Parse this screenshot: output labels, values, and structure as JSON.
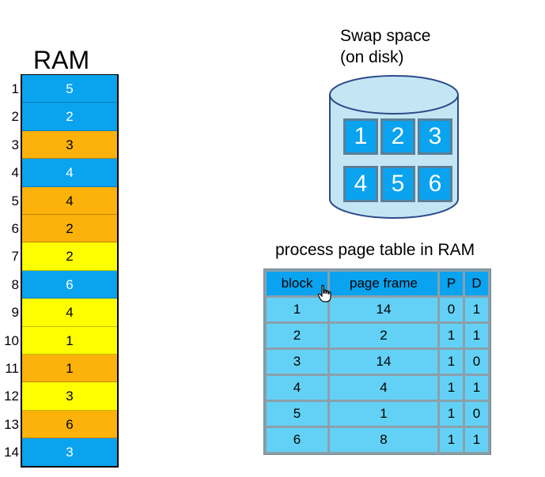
{
  "ram": {
    "title": "RAM",
    "rows": [
      {
        "index": "1",
        "value": "5",
        "color": "blue"
      },
      {
        "index": "2",
        "value": "2",
        "color": "blue"
      },
      {
        "index": "3",
        "value": "3",
        "color": "orange"
      },
      {
        "index": "4",
        "value": "4",
        "color": "blue"
      },
      {
        "index": "5",
        "value": "4",
        "color": "orange"
      },
      {
        "index": "6",
        "value": "2",
        "color": "orange"
      },
      {
        "index": "7",
        "value": "2",
        "color": "yellow"
      },
      {
        "index": "8",
        "value": "6",
        "color": "blue"
      },
      {
        "index": "9",
        "value": "4",
        "color": "yellow"
      },
      {
        "index": "10",
        "value": "1",
        "color": "yellow"
      },
      {
        "index": "11",
        "value": "1",
        "color": "orange"
      },
      {
        "index": "12",
        "value": "3",
        "color": "yellow"
      },
      {
        "index": "13",
        "value": "6",
        "color": "orange"
      },
      {
        "index": "14",
        "value": "3",
        "color": "blue"
      }
    ]
  },
  "swap": {
    "title_line1": "Swap space",
    "title_line2": "(on disk)",
    "blocks": [
      "1",
      "2",
      "3",
      "4",
      "5",
      "6"
    ]
  },
  "page_table": {
    "title": "process page table in RAM",
    "headers": [
      "block",
      "page frame",
      "P",
      "D"
    ],
    "rows": [
      [
        "1",
        "14",
        "0",
        "1"
      ],
      [
        "2",
        "2",
        "1",
        "1"
      ],
      [
        "3",
        "14",
        "1",
        "0"
      ],
      [
        "4",
        "4",
        "1",
        "1"
      ],
      [
        "5",
        "1",
        "1",
        "0"
      ],
      [
        "6",
        "8",
        "1",
        "1"
      ]
    ]
  },
  "colors": {
    "blue": "#0aa3ef",
    "orange": "#fcb20a",
    "yellow": "#fefe00",
    "table_cell": "#63d1f5",
    "cylinder": "#c4e6f4"
  }
}
